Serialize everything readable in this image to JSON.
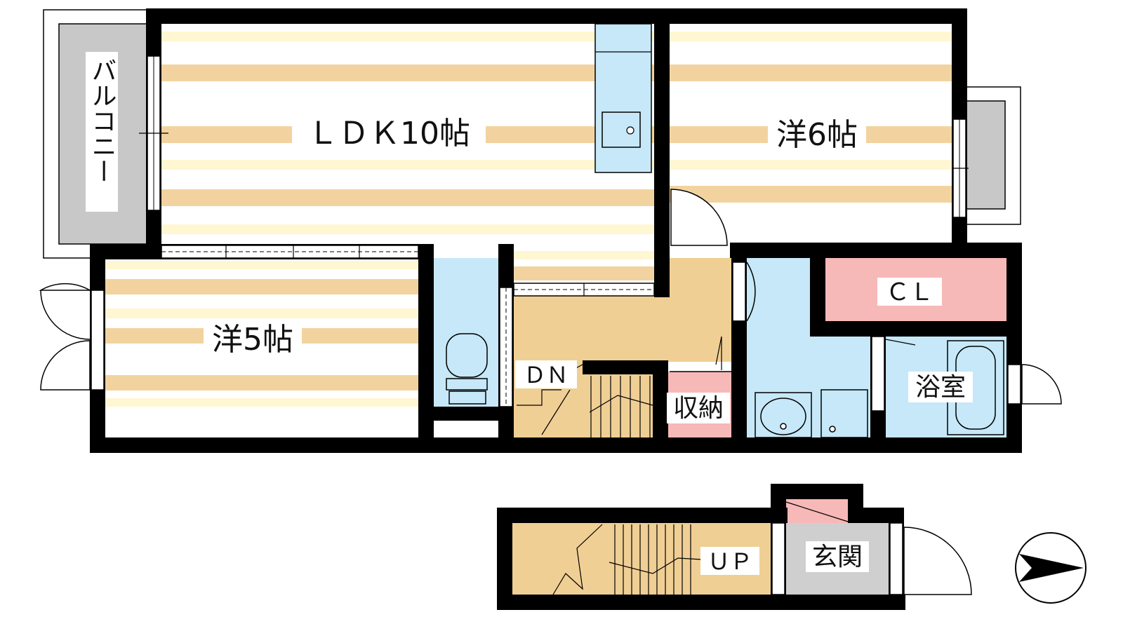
{
  "floor_plan": {
    "rooms": {
      "ldk": "ＬＤＫ10帖",
      "western_6": "洋6帖",
      "western_5": "洋5帖",
      "closet": "ＣＬ",
      "bathroom": "浴室",
      "storage": "収納",
      "entrance": "玄関",
      "balcony": "バルコニー"
    },
    "stairs": {
      "down": "ＤＮ",
      "up": "ＵＰ"
    },
    "colors": {
      "wall": "#000000",
      "floor_stripe": "#f2d3a0",
      "floor_light": "#fff6d2",
      "hall": "#f0cf95",
      "water_area": "#c6e8f8",
      "closet": "#f7b8b8",
      "entrance": "#cfcfcf",
      "balcony": "#c8c8c8"
    },
    "compass": {
      "icon": "compass-arrow-icon"
    }
  }
}
